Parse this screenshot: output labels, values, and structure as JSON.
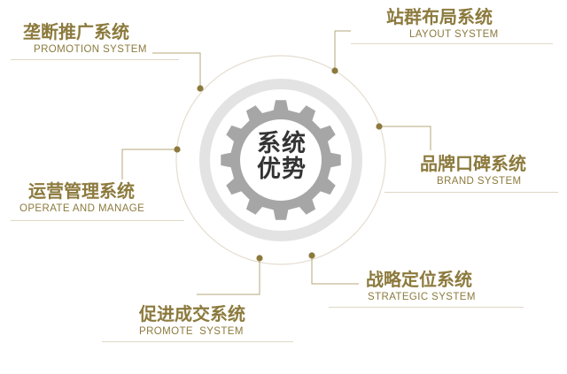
{
  "center": {
    "line1": "系统",
    "line2": "优势"
  },
  "systems": [
    {
      "cn": "垄断推广系统",
      "en": "PROMOTION SYSTEM"
    },
    {
      "cn": "站群布局系统",
      "en": "LAYOUT SYSTEM"
    },
    {
      "cn": "品牌口碑系统",
      "en": "BRAND SYSTEM"
    },
    {
      "cn": "运营管理系统",
      "en": "OPERATE AND MANAGE"
    },
    {
      "cn": "战略定位系统",
      "en": "STRATEGIC SYSTEM"
    },
    {
      "cn": "促进成交系统",
      "en": "PROMOTE  SYSTEM"
    }
  ],
  "colors": {
    "accent": "#8c7a3d",
    "gear": "#a6a6a6",
    "ring": "#e6e6e6",
    "line": "#b5a77a"
  },
  "icons": {
    "center": "gear-icon"
  }
}
